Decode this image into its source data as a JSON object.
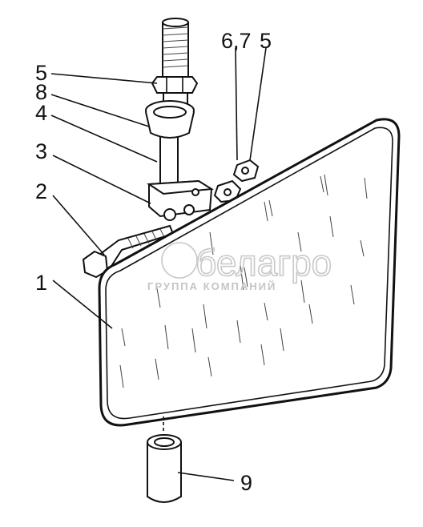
{
  "labels": [
    {
      "id": "5",
      "text": "5",
      "part": "nut"
    },
    {
      "id": "8",
      "text": "8",
      "part": "washer"
    },
    {
      "id": "4",
      "text": "4",
      "part": "rod"
    },
    {
      "id": "3",
      "text": "3",
      "part": "bracket"
    },
    {
      "id": "2",
      "text": "2",
      "part": "bolt"
    },
    {
      "id": "1",
      "text": "1",
      "part": "mirror"
    },
    {
      "id": "67",
      "text": "6,7",
      "part": "nut-and-washer"
    },
    {
      "id": "5b",
      "text": "5",
      "part": "nut"
    },
    {
      "id": "9",
      "text": "9",
      "part": "sleeve"
    }
  ],
  "watermark": {
    "brand": "белагро",
    "tagline": "ГРУППА КОМПАНИЙ"
  }
}
